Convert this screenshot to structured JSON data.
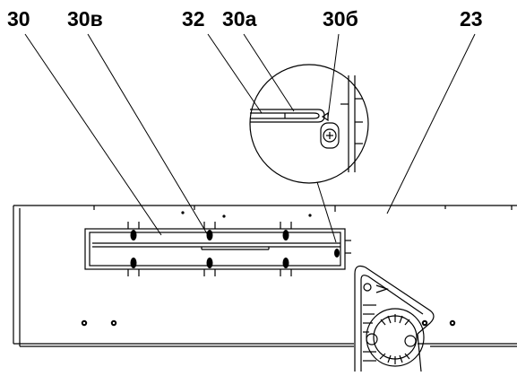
{
  "labels": {
    "part_30": "30",
    "part_30v": "30в",
    "part_32": "32",
    "part_30a": "30а",
    "part_30b": "30б",
    "part_23": "23"
  },
  "colors": {
    "line": "#000000",
    "background": "#ffffff"
  }
}
